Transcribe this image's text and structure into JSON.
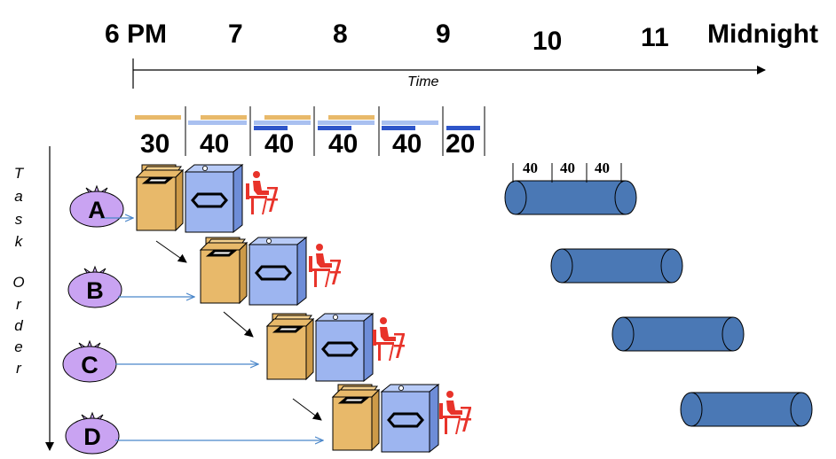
{
  "timeline": {
    "hours": [
      "6 PM",
      "7",
      "8",
      "9",
      "10",
      "11",
      "Midnight"
    ],
    "axis_label": "Time",
    "durations": [
      "30",
      "40",
      "40",
      "40",
      "40",
      "20"
    ]
  },
  "task_order_label": [
    "T",
    "a",
    "s",
    "k",
    "O",
    "r",
    "d",
    "e",
    "r"
  ],
  "tasks": [
    "A",
    "B",
    "C",
    "D"
  ],
  "pipeline_segments": [
    "40",
    "40",
    "40"
  ],
  "colors": {
    "washer": "#E8B96A",
    "dryer": "#9DB5F0",
    "folder": "#E8332A",
    "bag": "#C9A3F2",
    "cylinder": "#4A78B5",
    "dark_bar": "#2E55C9",
    "light_bar": "#A9C0F0"
  }
}
